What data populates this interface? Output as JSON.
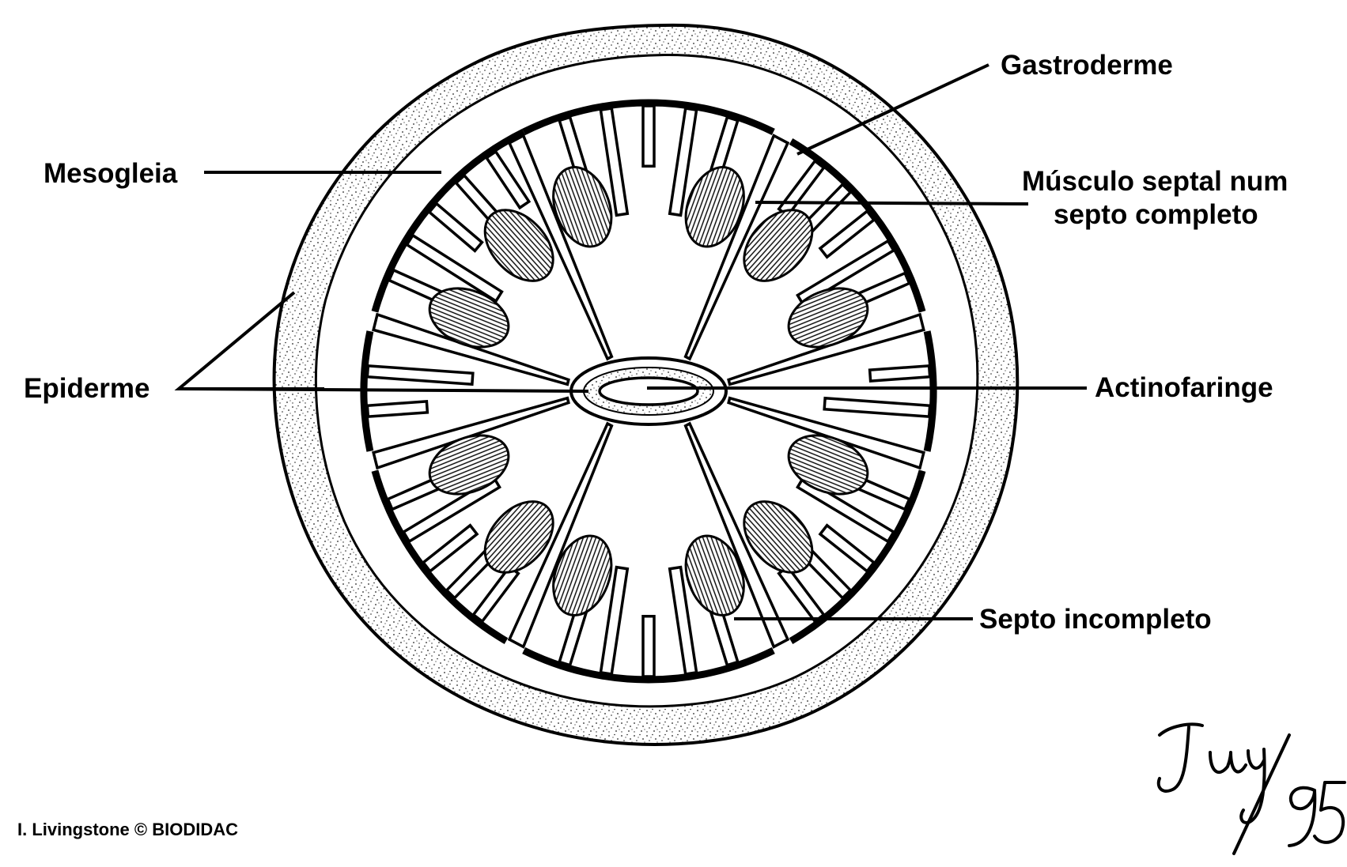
{
  "labels": {
    "gastroderme": "Gastroderme",
    "mesogleia": "Mesogleia",
    "musculo_line1": "Músculo septal num",
    "musculo_line2": "septo completo",
    "epiderme": "Epiderme",
    "actinofaringe": "Actinofaringe",
    "septo_incompleto": "Septo incompleto"
  },
  "credit": "I. Livingstone  © BIODIDAC",
  "signature": "Juy/95",
  "colors": {
    "ink": "#000000",
    "paper": "#ffffff",
    "stipple": "#222222"
  }
}
